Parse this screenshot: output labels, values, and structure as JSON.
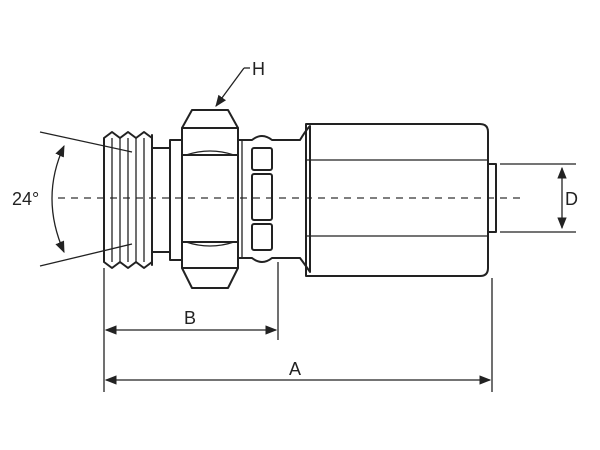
{
  "labels": {
    "angle": "24°",
    "hex": "H",
    "length_b": "B",
    "length_a": "A",
    "diameter_d": "D"
  },
  "colors": {
    "line": "#222222",
    "background": "#ffffff"
  }
}
